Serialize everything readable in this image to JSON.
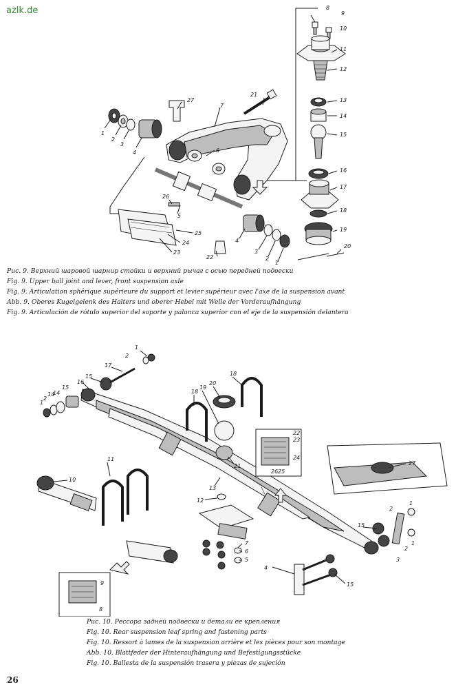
{
  "watermark": "azlk.de",
  "page_number": "26",
  "figure9": {
    "captions": [
      "Рис. 9. Верхний шаровой шарнир стойки и верхний рычаг с осью передней подвески",
      "Fig. 9. Upper ball joint and lever, front suspension axle",
      "Fig. 9. Articulation sphérique supérieure du support et levier supérieur avec l'axe de la suspension avant",
      "Abb. 9. Oberes Kugelgelenk des Halters und oberer Hebel mit Welle der Vorderaufhängung",
      "Fig. 9. Articulación de rótulo superior del soporte y palanca superior con el eje de la suspensión delantera"
    ],
    "callouts": [
      "1",
      "2",
      "3",
      "4",
      "5",
      "6",
      "7",
      "8",
      "9",
      "10",
      "11",
      "12",
      "13",
      "14",
      "15",
      "16",
      "17",
      "18",
      "19",
      "20",
      "21",
      "22",
      "23",
      "24",
      "25",
      "26",
      "27",
      "4",
      "3",
      "2",
      "1"
    ]
  },
  "figure10": {
    "captions": [
      "Рис. 10. Рессора задней подвески и детали ее крепления",
      "Fig. 10. Rear suspension leaf spring and fastening parts",
      "Fig. 10. Ressort à lames de la suspension arrière et les pièces pour son montage",
      "Abb. 10. Blattfeder der Hinteraufhängung und Befestigungsstücke",
      "Fig. 10. Ballesta de la suspensión trasera y piezas de sujeción"
    ],
    "callouts": [
      "1",
      "2",
      "17",
      "15",
      "16",
      "1",
      "2",
      "14",
      "14",
      "15",
      "18",
      "20",
      "19",
      "18",
      "22",
      "23",
      "24",
      "25",
      "26",
      "27",
      "21",
      "11",
      "10",
      "13",
      "12",
      "1",
      "2",
      "15",
      "2",
      "1",
      "3",
      "7",
      "6",
      "5",
      "4",
      "15",
      "9",
      "8"
    ]
  }
}
